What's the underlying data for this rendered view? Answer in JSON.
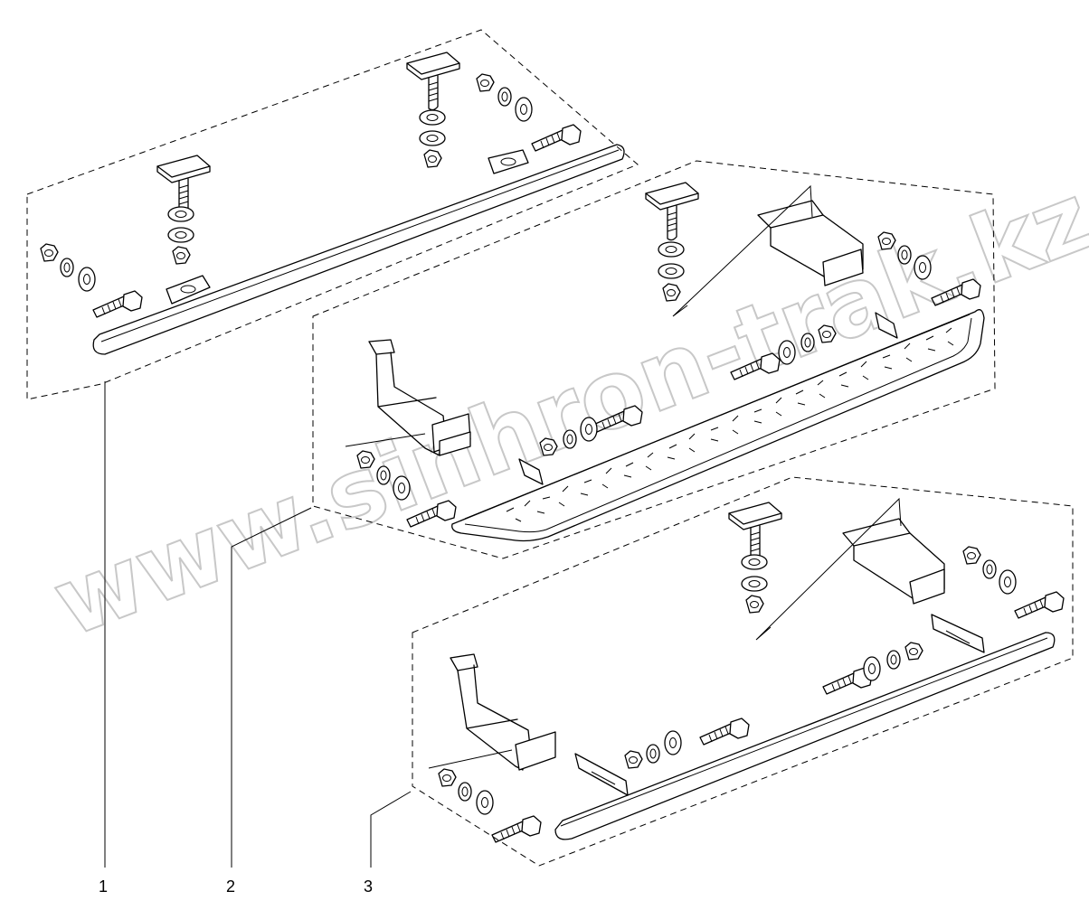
{
  "callouts": {
    "item_1": "1",
    "item_2": "2",
    "item_3": "3"
  },
  "watermark": "www.sinhron-trak.kz"
}
